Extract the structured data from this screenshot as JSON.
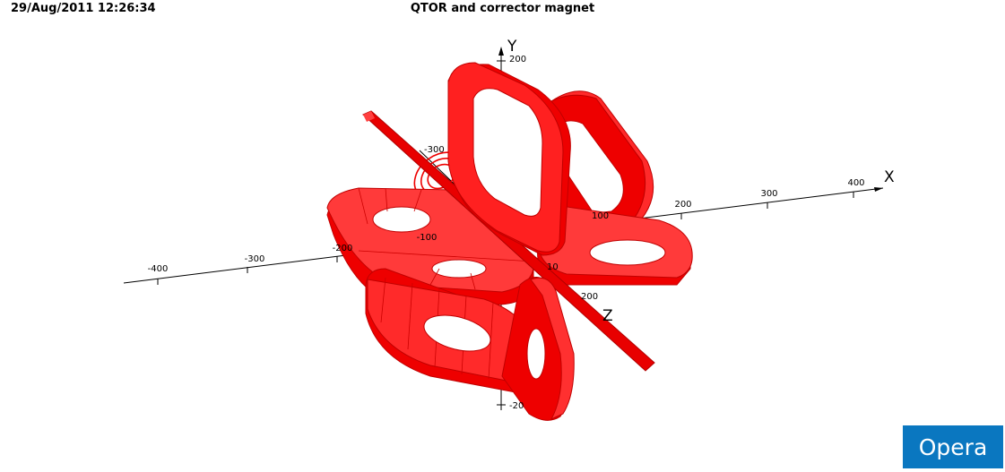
{
  "header": {
    "timestamp": "29/Aug/2011 12:26:34",
    "title": "QTOR and corrector magnet"
  },
  "axes": {
    "x": {
      "name": "X",
      "ticks": [
        "-400",
        "-300",
        "-200",
        "-100",
        "200",
        "300",
        "400"
      ]
    },
    "y": {
      "name": "Y",
      "ticks": [
        "200",
        "-20"
      ]
    },
    "z": {
      "name": "Z",
      "ticks": [
        "-300",
        "10",
        "100",
        "200"
      ]
    }
  },
  "colors": {
    "coil_face": "#ff3a3a",
    "coil_side": "#ee0000",
    "coil_edge": "#b80000",
    "axis": "#000000",
    "badge": "#0a77c0"
  },
  "badge": {
    "label": "Opera"
  }
}
